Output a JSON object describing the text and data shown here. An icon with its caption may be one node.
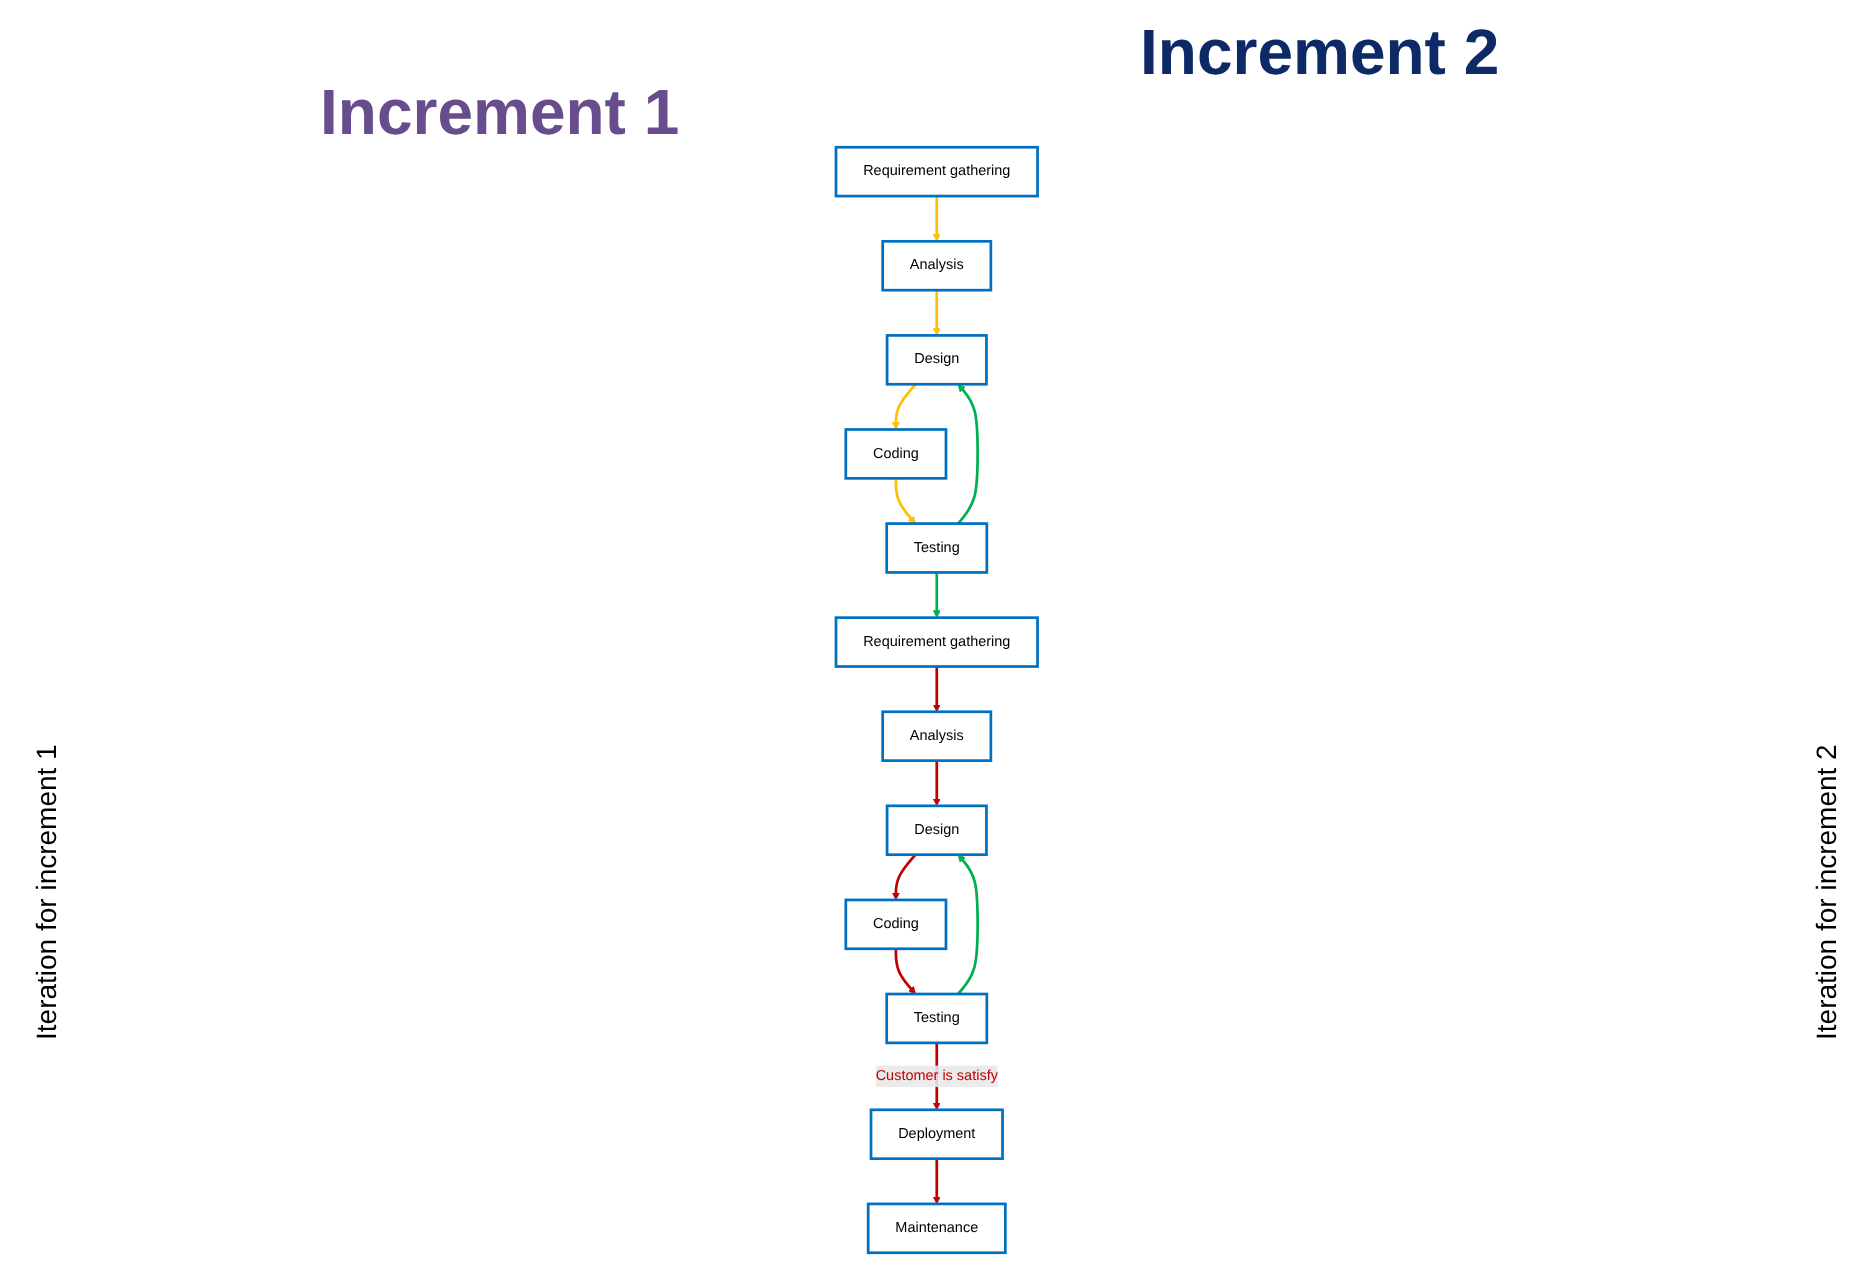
{
  "diagram": {
    "nodes": [
      {
        "text": [
          "Requirement gathering"
        ]
      },
      {
        "text": [
          "Analysis"
        ]
      },
      {
        "text": [
          "Design"
        ]
      },
      {
        "text": [
          "Coding"
        ]
      },
      {
        "text": [
          "Testing"
        ]
      },
      {
        "text": [
          "Requirement gathering"
        ]
      },
      {
        "text": [
          "Analysis"
        ]
      },
      {
        "text": [
          "Design"
        ]
      },
      {
        "text": [
          "Coding"
        ]
      },
      {
        "text": [
          "Testing"
        ]
      },
      {
        "text": [
          "Deployment"
        ]
      },
      {
        "text": [
          "Maintenance"
        ]
      }
    ],
    "edges": [
      {
        "from": 0,
        "to": 1,
        "arrow": "to",
        "color": "#ffc000"
      },
      {
        "from": 1,
        "to": 2,
        "arrow": "to",
        "color": "#ffc000"
      },
      {
        "from": 2,
        "to": 3,
        "arrow": "to",
        "color": "#ffc000"
      },
      {
        "from": 3,
        "to": 4,
        "arrow": "to",
        "color": "#ffc000"
      },
      {
        "from": 4,
        "to": 2,
        "arrow": "to",
        "color": "#00b050"
      },
      {
        "from": 4,
        "to": 5,
        "arrow": "to",
        "color": "#00b050"
      },
      {
        "from": 5,
        "to": 6,
        "arrow": "to"
      },
      {
        "from": 6,
        "to": 7,
        "arrow": "to"
      },
      {
        "from": 7,
        "to": 8,
        "arrow": "to"
      },
      {
        "from": 8,
        "to": 9,
        "arrow": "to"
      },
      {
        "from": 9,
        "to": 7,
        "arrow": "to",
        "color": "#00b050"
      },
      {
        "from": 9,
        "to": 10,
        "arrow": "to",
        "label": "Customer is satisfy"
      },
      {
        "from": 10,
        "to": 11,
        "arrow": "to"
      }
    ],
    "labels": [
      "Increment 2",
      "Increment 1",
      "Iteration for increment 1",
      "Iteration for increment 2"
    ]
  }
}
